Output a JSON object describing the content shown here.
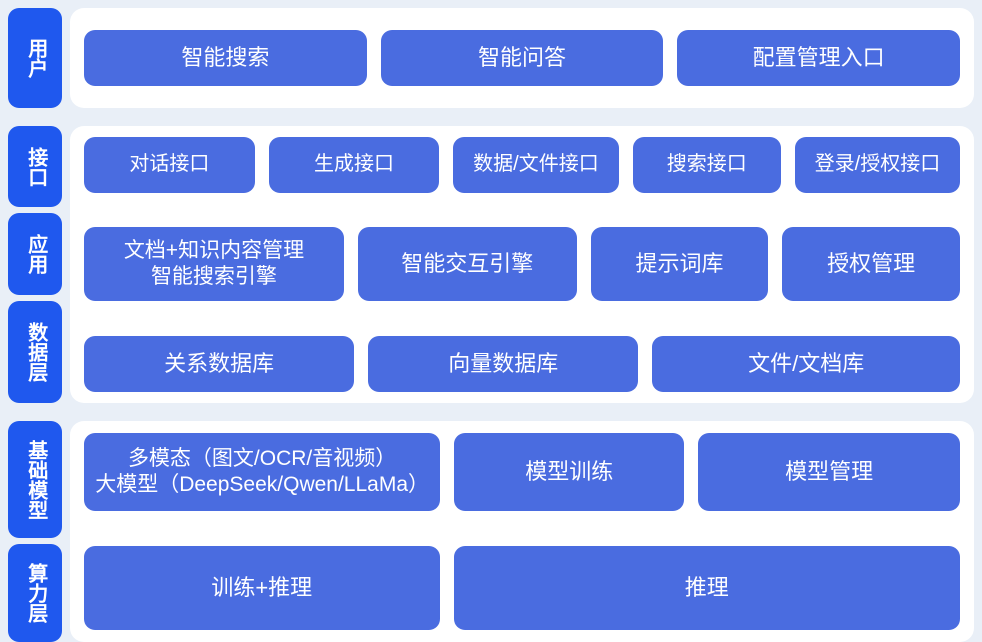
{
  "theme": {
    "page_background": "#e9eff7",
    "panel_background": "#ffffff",
    "rail_tab_color": "#1f58ee",
    "cell_color": "#4a6ce0",
    "text_color": "#ffffff"
  },
  "bands": [
    {
      "id": "user",
      "rail": [
        {
          "label": "用户"
        }
      ],
      "rows": [
        {
          "cells": [
            {
              "label": "智能搜索"
            },
            {
              "label": "智能问答"
            },
            {
              "label": "配置管理入口"
            }
          ]
        }
      ]
    },
    {
      "id": "middle",
      "rail": [
        {
          "label": "接口"
        },
        {
          "label": "应用"
        },
        {
          "label": "数据层"
        }
      ],
      "rows": [
        {
          "cells": [
            {
              "label": "对话接口"
            },
            {
              "label": "生成接口"
            },
            {
              "label": "数据/文件接口"
            },
            {
              "label": "搜索接口"
            },
            {
              "label": "登录/授权接口"
            }
          ]
        },
        {
          "cells": [
            {
              "label": "文档+知识内容管理\n智能搜索引擎"
            },
            {
              "label": "智能交互引擎"
            },
            {
              "label": "提示词库"
            },
            {
              "label": "授权管理"
            }
          ]
        },
        {
          "cells": [
            {
              "label": "关系数据库"
            },
            {
              "label": "向量数据库"
            },
            {
              "label": "文件/文档库"
            }
          ]
        }
      ]
    },
    {
      "id": "lower",
      "rail": [
        {
          "label": "基础模型"
        },
        {
          "label": "算力层"
        }
      ],
      "rows": [
        {
          "cells": [
            {
              "label": "多模态（图文/OCR/音视频）\n大模型（DeepSeek/Qwen/LLaMa）"
            },
            {
              "label": "模型训练"
            },
            {
              "label": "模型管理"
            }
          ]
        },
        {
          "cells": [
            {
              "label": "训练+推理"
            },
            {
              "label": "推理"
            }
          ]
        }
      ]
    }
  ]
}
